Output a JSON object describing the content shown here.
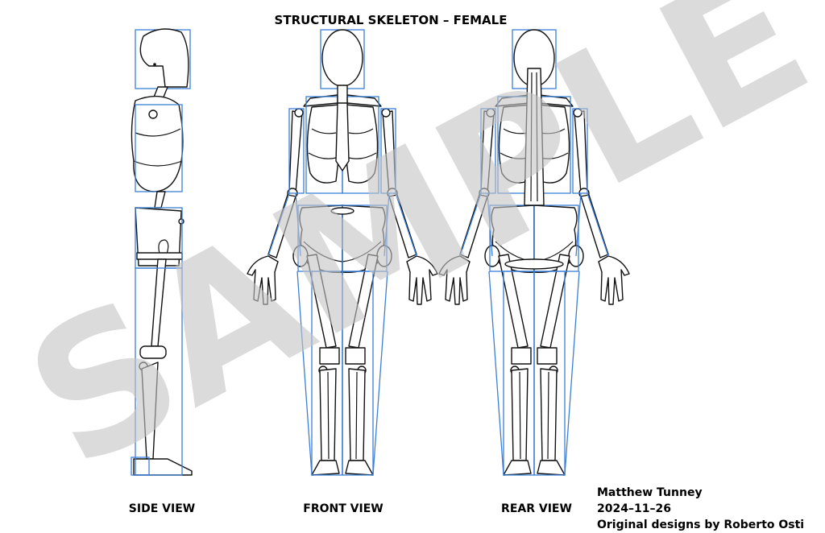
{
  "title": "STRUCTURAL SKELETON – FEMALE",
  "views": {
    "side": "SIDE VIEW",
    "front": "FRONT VIEW",
    "rear": "REAR VIEW"
  },
  "credits": {
    "author": "Matthew Tunney",
    "date": "2024–11–26",
    "original": "Original designs by Roberto Osti"
  },
  "watermark": "SAMPLE",
  "colors": {
    "guide_boxes": "#3b7fd9",
    "line": "#111111",
    "watermark": "#c4c4c4"
  }
}
